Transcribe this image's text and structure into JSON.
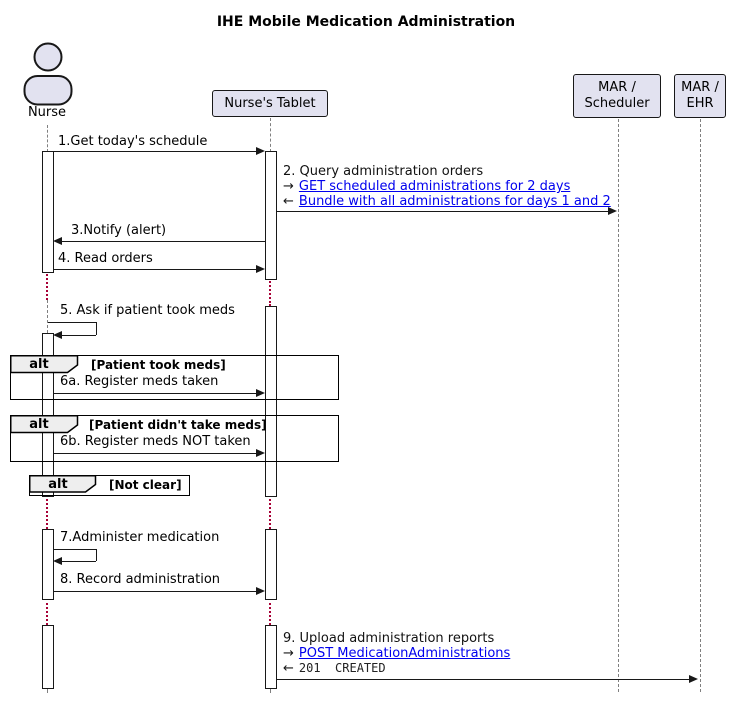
{
  "title": "IHE Mobile Medication Administration",
  "participants": {
    "nurse": {
      "label": "Nurse"
    },
    "tablet": {
      "label": "Nurse's Tablet"
    },
    "scheduler": {
      "line1": "MAR /",
      "line2": "Scheduler"
    },
    "ehr": {
      "line1": "MAR /",
      "line2": "EHR"
    }
  },
  "messages": {
    "m1": {
      "label": "1.Get today's schedule"
    },
    "m2": {
      "label": "2. Query administration orders",
      "link1_prefix": "→",
      "link1": "GET scheduled administrations for 2 days",
      "link2_prefix": "←",
      "link2": "Bundle with all administrations for days 1 and 2"
    },
    "m3": {
      "label": "3.Notify (alert)"
    },
    "m4": {
      "label": "4. Read orders"
    },
    "m5": {
      "label": "5. Ask if patient took meds"
    },
    "m6a": {
      "label": "6a. Register meds taken"
    },
    "m6b": {
      "label": "6b. Register meds NOT taken"
    },
    "m7": {
      "label": "7.Administer medication"
    },
    "m8": {
      "label": "8. Record administration"
    },
    "m9": {
      "label": "9. Upload administration reports",
      "link1_prefix": "→",
      "link1": "POST MedicationAdministrations",
      "reply_prefix": "←",
      "reply": "201  CREATED"
    }
  },
  "fragments": {
    "alt1": {
      "operator": "alt",
      "condition": "[Patient took meds]"
    },
    "alt2": {
      "operator": "alt",
      "condition": "[Patient didn't take meds]"
    },
    "alt3": {
      "operator": "alt",
      "condition": "[Not clear]"
    }
  },
  "colors": {
    "participant_fill": "#E2E2F0",
    "border": "#181818",
    "link": "#0000EE",
    "delay_dot": "#A80036"
  }
}
